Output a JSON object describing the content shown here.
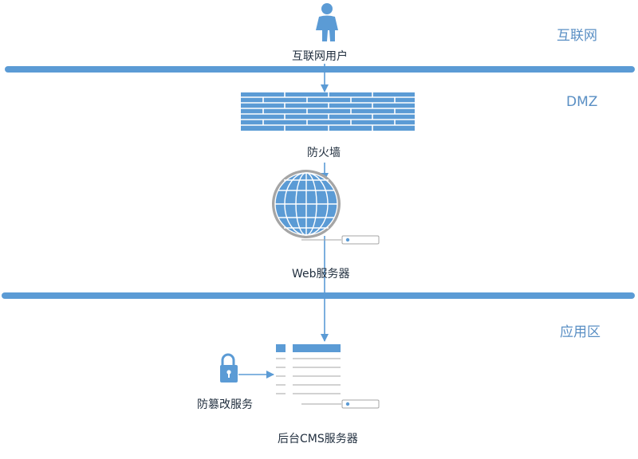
{
  "zones": {
    "internet": "互联网",
    "dmz": "DMZ",
    "app": "应用区"
  },
  "nodes": {
    "user": "互联网用户",
    "firewall": "防火墙",
    "web_server": "Web服务器",
    "anti_tamper": "防篡改服务",
    "cms_server": "后台CMS服务器"
  },
  "icons": {
    "user": "person-icon",
    "firewall": "brick-wall-icon",
    "web": "globe-icon",
    "server": "server-icon",
    "lock": "lock-icon",
    "cms": "document-list-icon"
  },
  "colors": {
    "primary": "#5b9bd5",
    "dark": "#41719c",
    "zone_text": "#5a8fc4",
    "label_text": "#1f2d3d"
  }
}
